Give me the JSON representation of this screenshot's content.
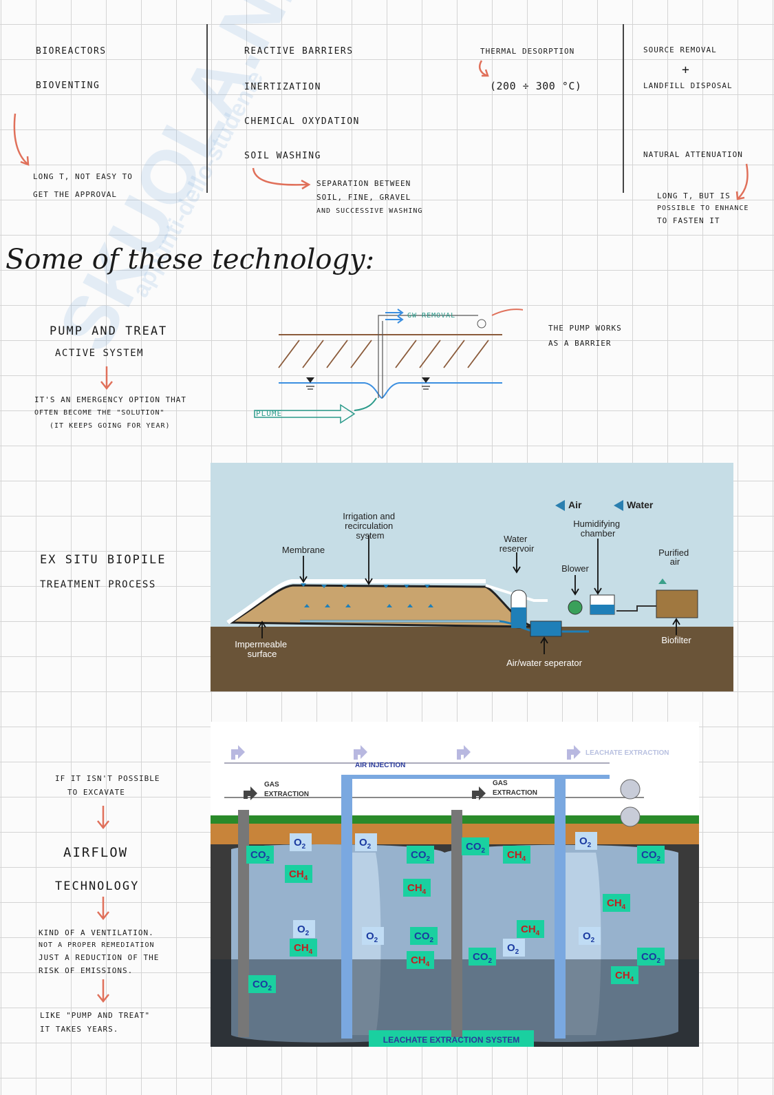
{
  "watermark": {
    "brand": "SKUOLA.NET",
    "sub": "appunti-dello-studente"
  },
  "top_columns": {
    "col1": [
      "BIOREACTORS",
      "BIOVENTING"
    ],
    "col1_note": [
      "LONG t, NOT EASY TO",
      "GET THE APPROVAL"
    ],
    "col2": [
      "REACTIVE BARRIERS",
      "INERTIZATION",
      "CHEMICAL OXYDATION",
      "SOIL WASHING"
    ],
    "col2_note": [
      "SEPARATION BETWEEN",
      "SOIL, FINE, GRAVEL",
      "AND SUCCESSIVE WASHING"
    ],
    "col3": [
      "THERMAL DESORPTION",
      "(200 ÷ 300 °C)"
    ],
    "col4": [
      "SOURCE REMOVAL",
      "+",
      "LANDFILL DISPOSAL",
      "NATURAL ATTENUATION"
    ],
    "col4_note": [
      "LONG t, BUT IS",
      "POSSIBLE TO ENHANCE",
      "TO FASTEN IT"
    ]
  },
  "section_title": "Some of these technology:",
  "pump_treat": {
    "title": "PUMP AND TREAT",
    "subtitle": "ACTIVE SYSTEM",
    "note": [
      "IT'S AN EMERGENCY OPTION THAT",
      "OFTEN BECOME THE \"SOLUTION\"",
      "(IT KEEPS GOING FOR YEAR)"
    ],
    "gw_label": "GW REMOVAL",
    "plume_label": "PLUME",
    "barrier_note": [
      "THE PUMP WORKS",
      "AS A BARRIER"
    ]
  },
  "biopile": {
    "title": "EX SITU BIOPILE",
    "subtitle": "TREATMENT PROCESS",
    "legend_air": "Air",
    "legend_water": "Water",
    "irrigation": [
      "Irrigation and",
      "recirculation",
      "system"
    ],
    "membrane": "Membrane",
    "water_reservoir": [
      "Water",
      "reservoir"
    ],
    "humidifying": [
      "Humidifying",
      "chamber"
    ],
    "blower": "Blower",
    "purified": [
      "Purified",
      "air"
    ],
    "impermeable": [
      "Impermeable",
      "surface"
    ],
    "separator": "Air/water seperator",
    "biofilter": "Biofilter",
    "colors": {
      "sky": "#c6dde6",
      "soil": "#6a5438",
      "pile": "#c9a46e",
      "water": "#1f7fb8"
    }
  },
  "airflow": {
    "cond": [
      "IF IT ISN'T POSSIBLE",
      "TO EXCAVATE"
    ],
    "title1": "AIRFLOW",
    "title2": "TECHNOLOGY",
    "note1": [
      "KIND OF A VENTILATION.",
      "NOT A PROPER REMEDIATION",
      "JUST A REDUCTION OF THE",
      "RISK OF EMISSIONS."
    ],
    "note2": [
      "LIKE \"PUMP AND TREAT\"",
      "IT TAKES YEARS."
    ],
    "leachate_extraction": "LEACHATE EXTRACTION",
    "air_injection": "AIR INJECTION",
    "gas_extraction": [
      "GAS",
      "EXTRACTION"
    ],
    "leachate_system": "LEACHATE EXTRACTION SYSTEM",
    "gas_labels": {
      "co2": "CO",
      "ch4": "CH",
      "o2": "O",
      "sub2": "2",
      "sub4": "4"
    }
  }
}
